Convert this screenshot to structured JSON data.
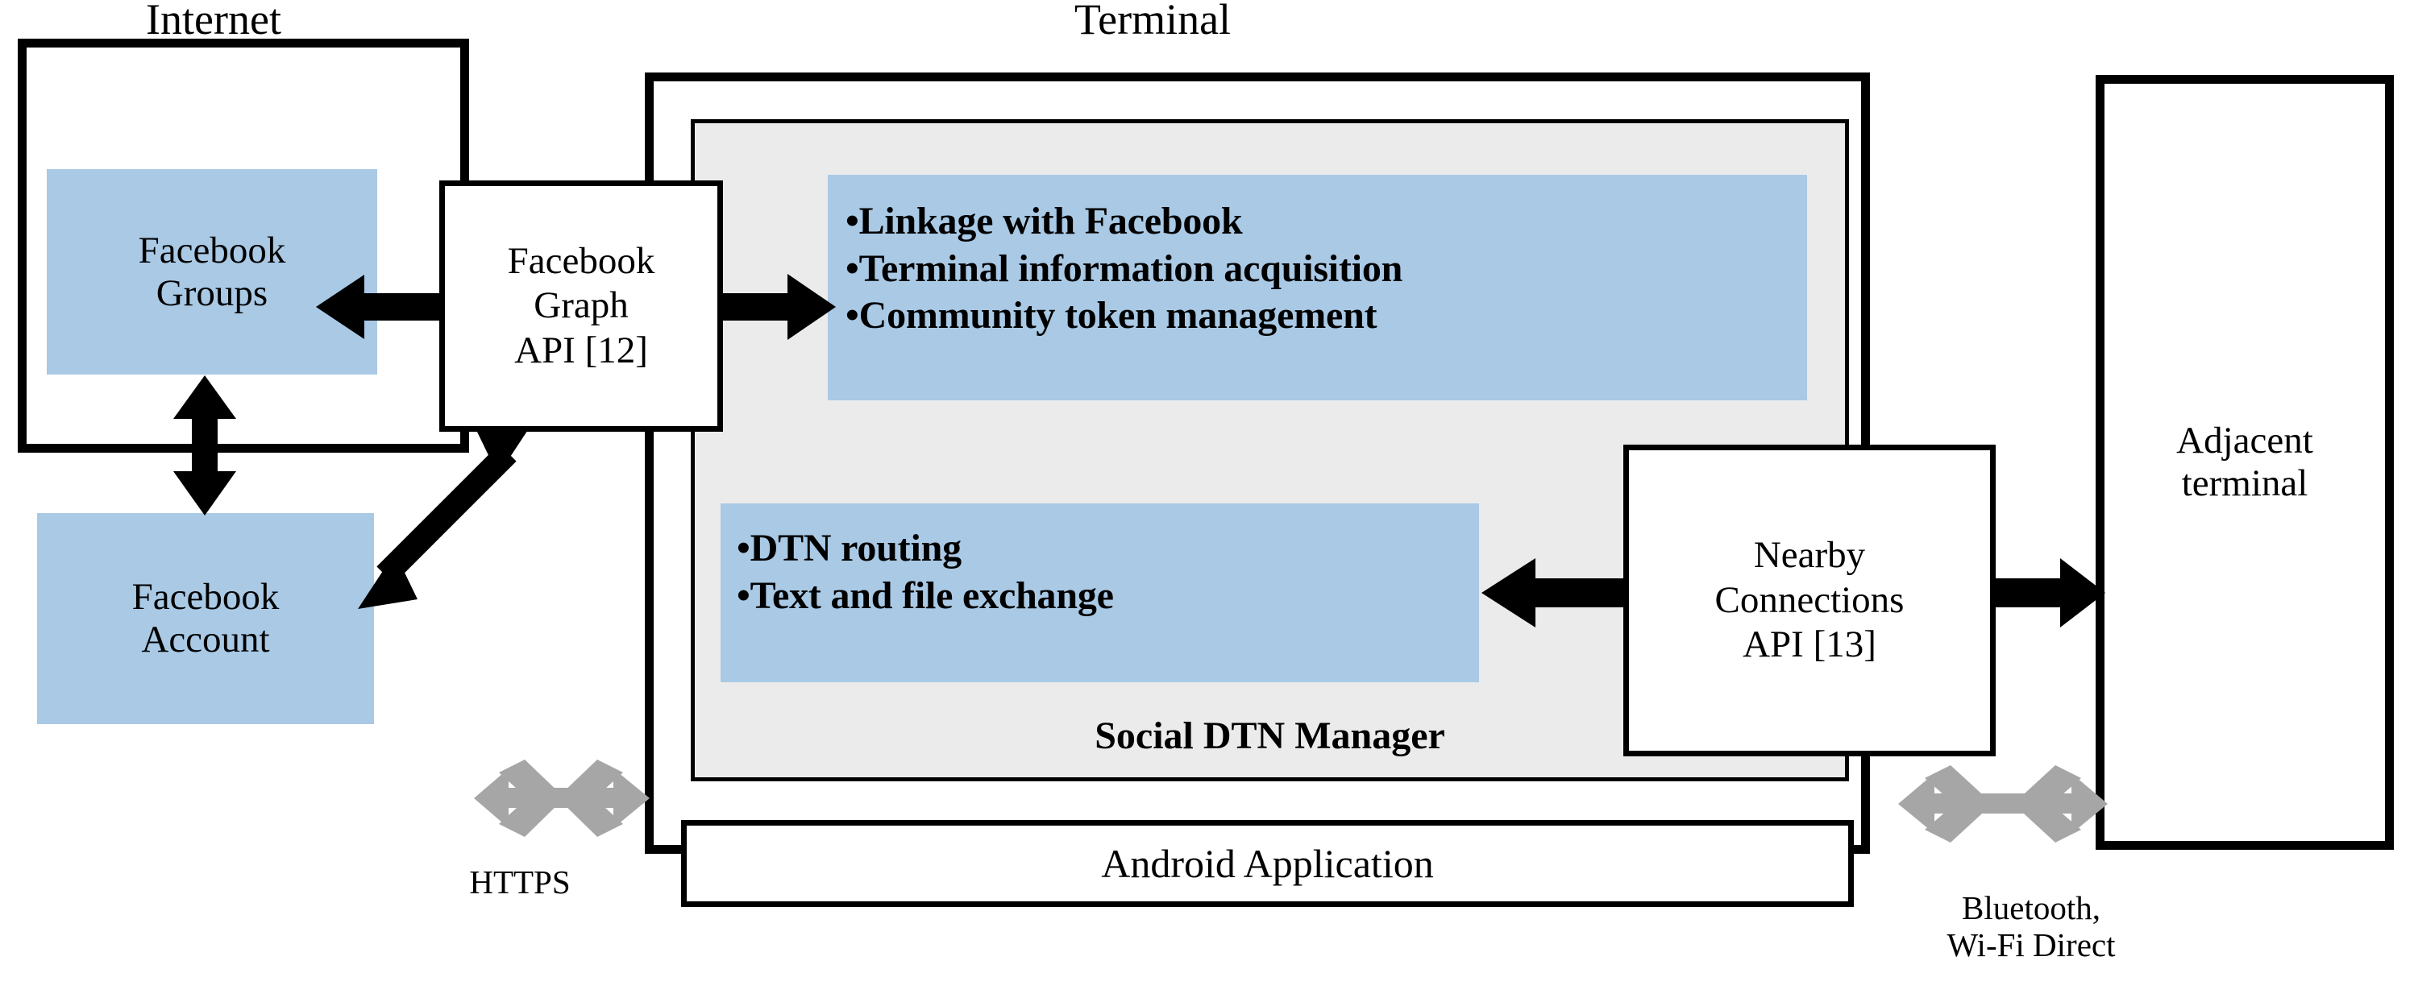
{
  "diagram": {
    "title_internet": "Internet",
    "title_terminal": "Terminal",
    "internet": {
      "groups_label": "Facebook\nGroups",
      "account_label": "Facebook\nAccount"
    },
    "graph_api": {
      "label": "Facebook\nGraph\nAPI [12]"
    },
    "terminal": {
      "manager_title": "Social DTN Manager",
      "features_top": [
        "•Linkage with Facebook",
        "•Terminal information acquisition",
        "•Community token management"
      ],
      "features_bottom": [
        "•DTN routing",
        "•Text and file exchange"
      ],
      "android_label": "Android Application"
    },
    "nearby_api": {
      "label": "Nearby\nConnections\nAPI [13]"
    },
    "adjacent": {
      "label": "Adjacent\nterminal"
    },
    "links": {
      "https_label": "HTTPS",
      "wireless_label": "Bluetooth,\nWi-Fi Direct"
    },
    "colors": {
      "blue_fill": "#a9c9e5",
      "gray_panel": "#ebebeb",
      "stroke": "#000000",
      "gray_arrow": "#a6a6a6"
    }
  }
}
